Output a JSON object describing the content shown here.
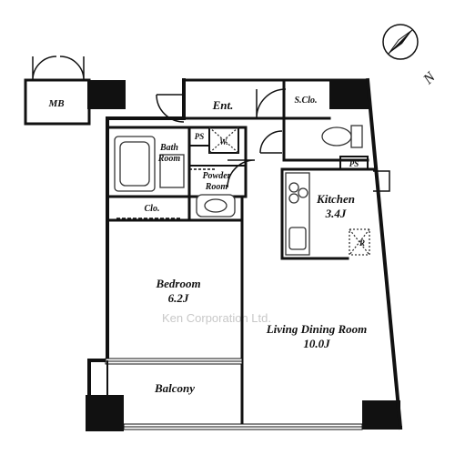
{
  "watermark": "Ken Corporation Ltd.",
  "compass": {
    "label": "N",
    "icon": "north-compass-icon"
  },
  "rooms": {
    "mb": "MB",
    "entrance": "Ent.",
    "shoe_closet": "S.Clo.",
    "ps_top": "PS",
    "washer": "W.",
    "bath": [
      "Bath",
      "Room"
    ],
    "powder": [
      "Powder",
      "Room"
    ],
    "ps_kitchen": "PS",
    "kitchen": [
      "Kitchen",
      "3.4J"
    ],
    "refrigerator": "R",
    "closet": "Clo.",
    "bedroom": [
      "Bedroom",
      "6.2J"
    ],
    "living": [
      "Living Dining Room",
      "10.0J"
    ],
    "balcony": "Balcony"
  },
  "colors": {
    "wall": "#111111",
    "column": "#111111",
    "fixture": "#333333",
    "background": "#ffffff"
  }
}
